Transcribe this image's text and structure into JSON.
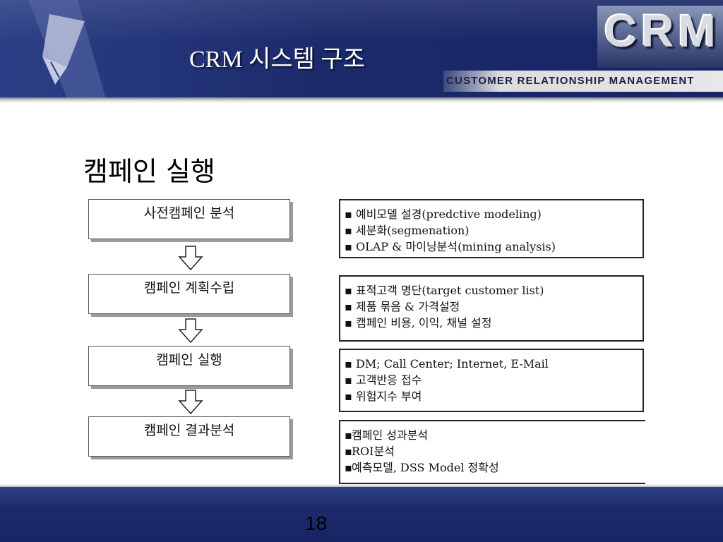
{
  "header": {
    "title": "CRM 시스템 구조",
    "logo_text": "CRM",
    "logo_subtitle": "CUSTOMER RELATIONSHIP MANAGEMENT"
  },
  "section_title": "캠페인 실행",
  "steps": [
    {
      "label": "사전캠페인 분석",
      "details": [
        "예비모델 설경(predctive modeling)",
        "세분화(segmenation)",
        "OLAP & 마이닝분석(mining analysis)"
      ]
    },
    {
      "label": "캠페인 계획수립",
      "details": [
        "표적고객 명단(target customer list)",
        "제품 묶음 & 가격설정",
        "캠페인 비용, 이익, 채널 설정"
      ]
    },
    {
      "label": "캠페인 실행",
      "details": [
        "DM; Call Center; Internet, E-Mail",
        "고객반응 접수",
        "위험지수 부여"
      ]
    },
    {
      "label": "캠페인 결과분석",
      "details": [
        "캠페인 성과분석",
        "ROI분석",
        "예측모델, DSS Model 정확성"
      ]
    }
  ],
  "bullet_glyph": "▪",
  "page_number": "18",
  "colors": {
    "header_bg": "#1b2a6b",
    "footer_bg": "#1b2a6b",
    "title_text": "#ffffff"
  }
}
